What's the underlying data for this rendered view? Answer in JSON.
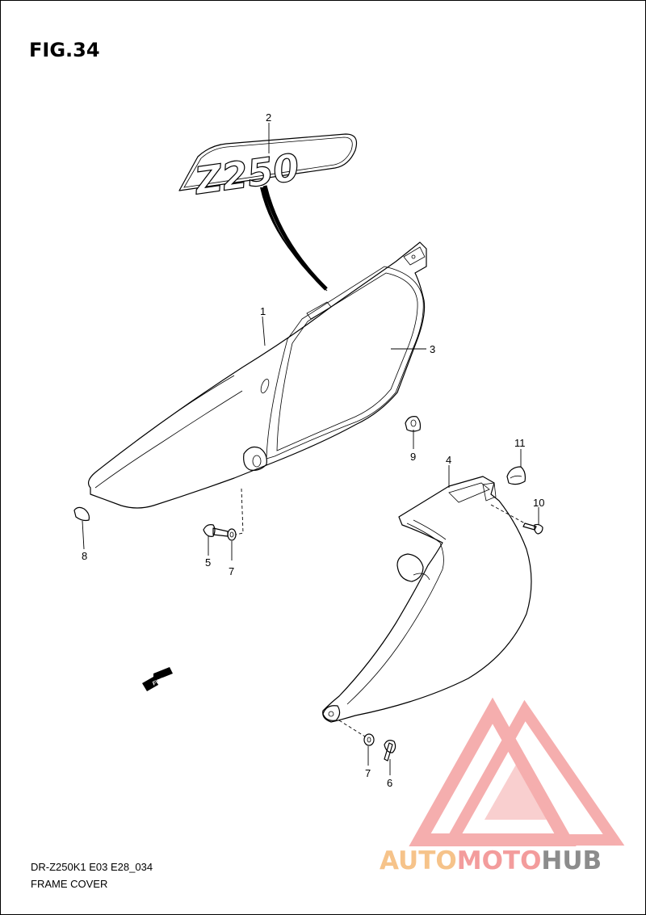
{
  "figure": {
    "title": "FIG.34"
  },
  "callouts": [
    "1",
    "2",
    "3",
    "4",
    "5",
    "6",
    "7",
    "8",
    "9",
    "10",
    "11",
    "7"
  ],
  "emblem_text": "Z250",
  "fwd_text": "FWD",
  "footer": {
    "model_code": "DR-Z250K1 E03 E28_034",
    "section_name": "FRAME COVER"
  },
  "watermark": {
    "part1": "AUTO",
    "part2": "MOTO",
    "part3": "HUB",
    "colors": {
      "auto": "#f6c38a",
      "moto": "#f39c9c",
      "hub": "#8c8c8c",
      "logo": "#f4a0a0"
    }
  }
}
